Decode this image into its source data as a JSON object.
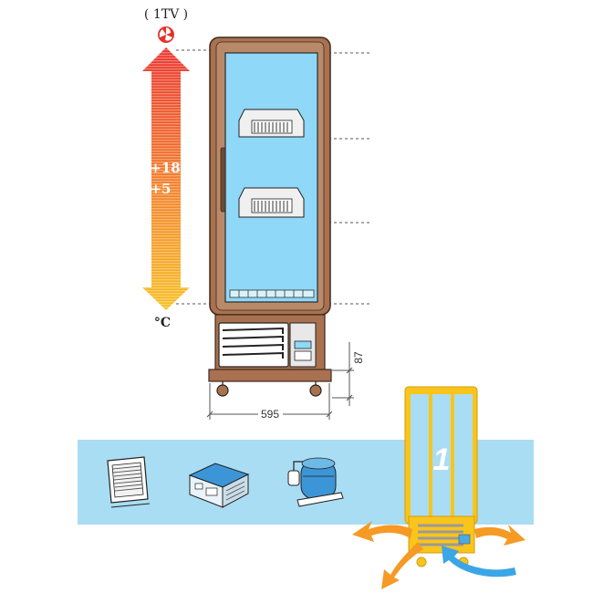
{
  "thermo": {
    "model_label": "( 1TV )",
    "temp_max": "+18",
    "temp_min": "+5",
    "unit": "°C"
  },
  "dimensions": {
    "width": "595",
    "base_height": "87"
  },
  "bottom_unit": {
    "number": "1"
  },
  "icons": [
    "grille-icon",
    "control-unit-icon",
    "compressor-icon"
  ],
  "colors": {
    "cabinet": "#a8714e",
    "glass": "#8fd8f7",
    "arrow_hot": "#e5302a",
    "arrow_cold": "#f6b323",
    "band": "#a9ddf3",
    "yellow_unit": "#f9c51a",
    "airflow_out": "#f59a24",
    "airflow_in": "#3ba6e6"
  }
}
